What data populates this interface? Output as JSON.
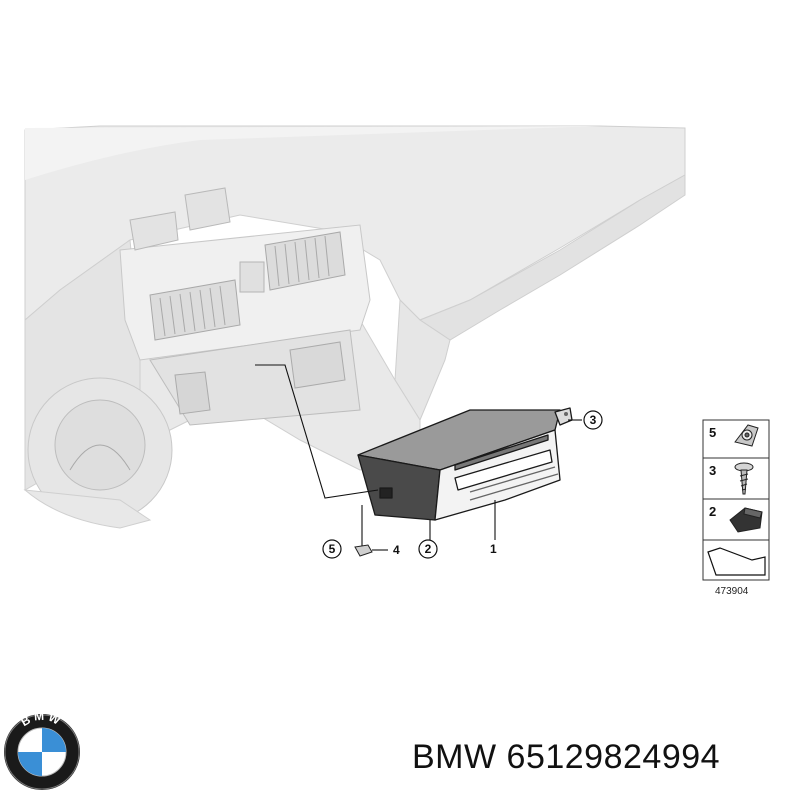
{
  "callouts": {
    "c1": "1",
    "c2": "2",
    "c3": "3",
    "c4": "4",
    "c5": "5"
  },
  "legend": {
    "items": [
      {
        "number": "5",
        "icon": "clip-nut-icon"
      },
      {
        "number": "3",
        "icon": "screw-icon"
      },
      {
        "number": "2",
        "icon": "pad-icon"
      }
    ],
    "reference_number": "473904"
  },
  "logo": {
    "text": "BMW",
    "colors": {
      "blue": "#3a8fd6",
      "ring": "#1a1a1a",
      "white": "#ffffff"
    }
  },
  "caption": {
    "brand": "BMW",
    "part_number": "65129824994"
  }
}
